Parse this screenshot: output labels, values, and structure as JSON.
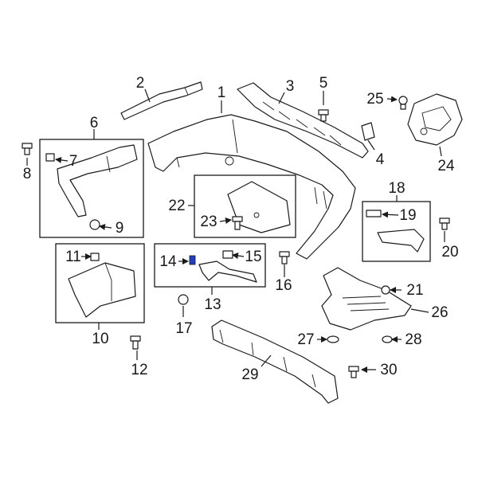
{
  "diagram": {
    "callouts": {
      "c1": "1",
      "c2": "2",
      "c3": "3",
      "c4": "4",
      "c5": "5",
      "c6": "6",
      "c7": "7",
      "c8": "8",
      "c9": "9",
      "c10": "10",
      "c11": "11",
      "c12": "12",
      "c13": "13",
      "c14": "14",
      "c15": "15",
      "c16": "16",
      "c17": "17",
      "c18": "18",
      "c19": "19",
      "c20": "20",
      "c21": "21",
      "c22": "22",
      "c23": "23",
      "c24": "24",
      "c25": "25",
      "c26": "26",
      "c27": "27",
      "c28": "28",
      "c29": "29",
      "c30": "30"
    },
    "colors": {
      "line": "#1a1a1a",
      "highlight": "#1f3fbf",
      "background": "#ffffff"
    }
  }
}
